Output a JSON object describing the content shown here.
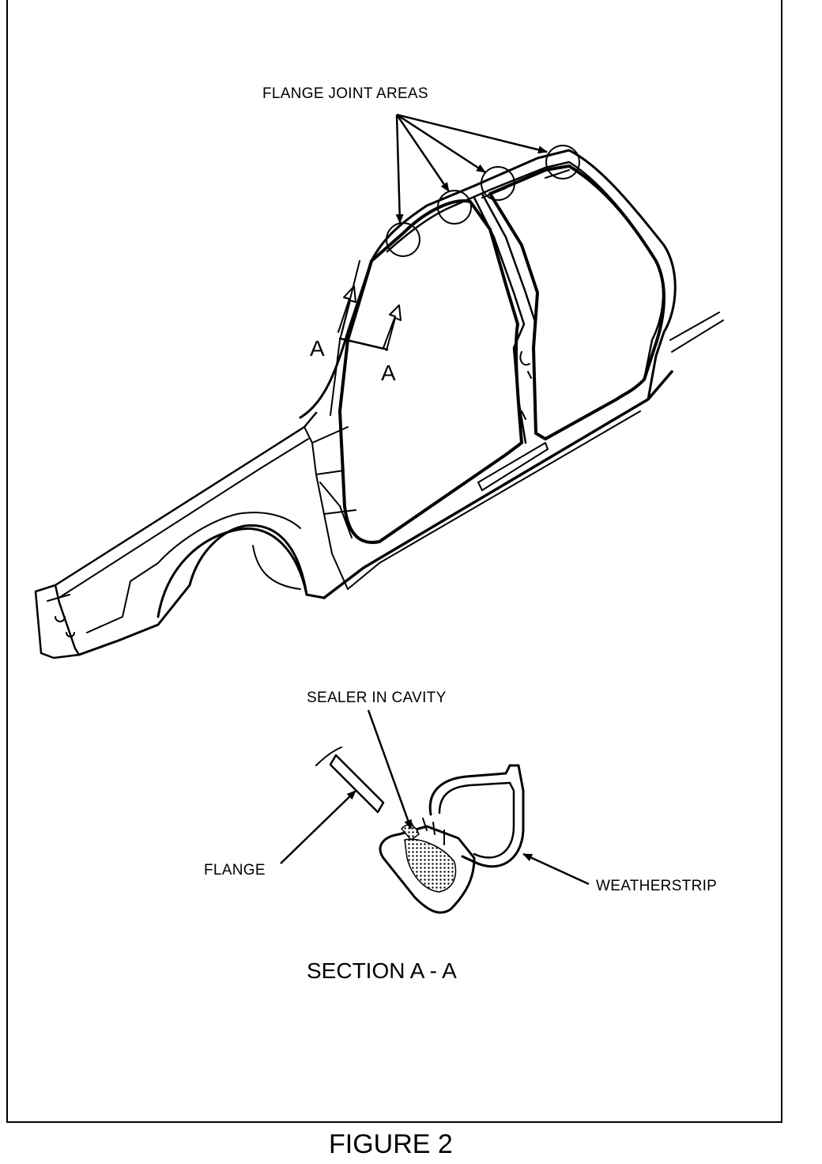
{
  "labels": {
    "flange_joint_areas": "FLANGE JOINT AREAS",
    "section_mark_left": "A",
    "section_mark_right": "A",
    "sealer_in_cavity": "SEALER IN CAVITY",
    "flange": "FLANGE",
    "weatherstrip": "WEATHERSTRIP",
    "section_title": "SECTION A - A",
    "figure_caption": "FIGURE 2"
  }
}
